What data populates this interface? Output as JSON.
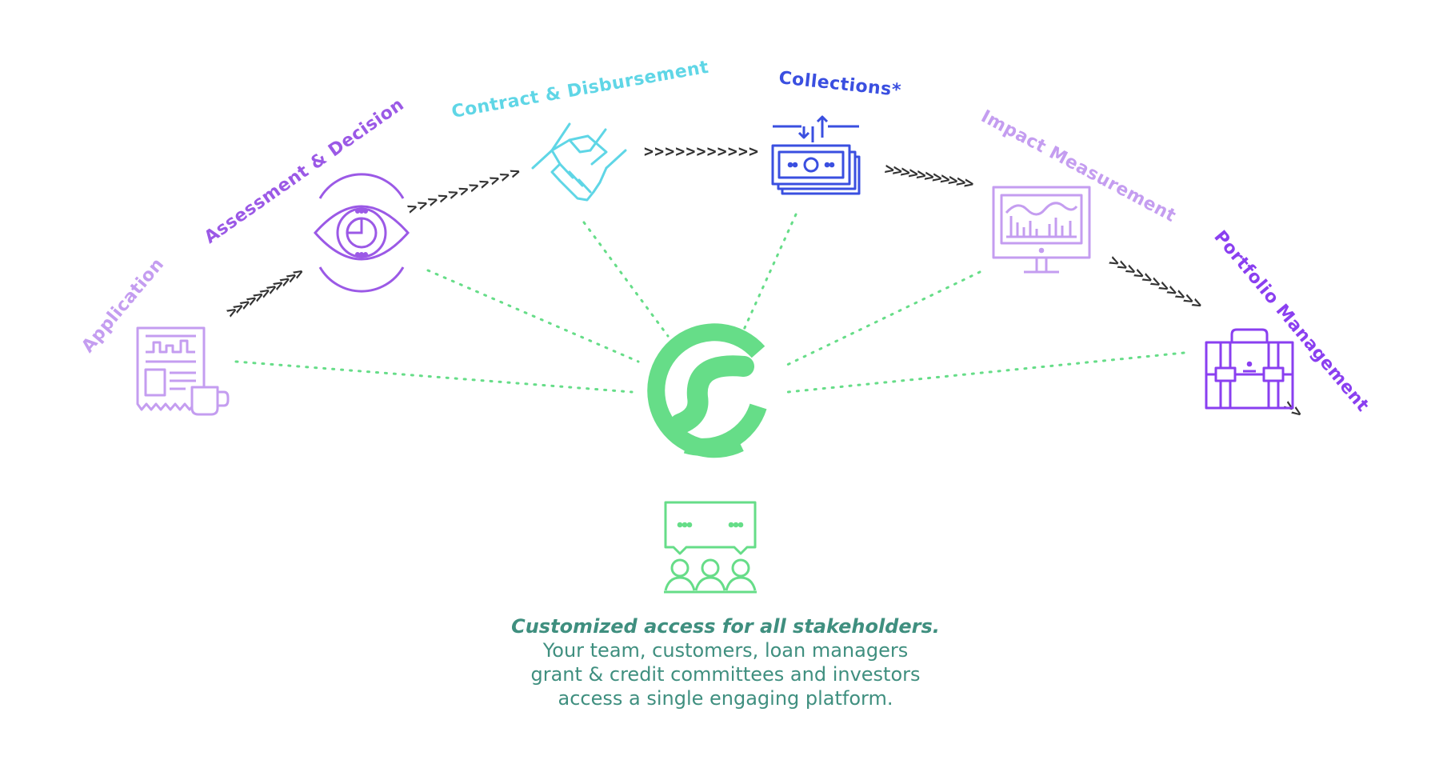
{
  "stages": [
    {
      "label": "Application",
      "icon": "newspaper-coffee-icon",
      "color": "#c49df0"
    },
    {
      "label": "Assessment & Decision",
      "icon": "eye-chart-icon",
      "color": "#9b59e6"
    },
    {
      "label": "Contract & Disbursement",
      "icon": "handshake-icon",
      "color": "#5fd6e6"
    },
    {
      "label": "Collections*",
      "icon": "cash-stack-icon",
      "color": "#3a4fe0"
    },
    {
      "label": "Impact Measurement",
      "icon": "monitor-chart-icon",
      "color": "#c49df0"
    },
    {
      "label": "Portfolio Management",
      "icon": "briefcase-icon",
      "color": "#8a3ff0"
    }
  ],
  "hub": {
    "icon": "platform-logo-icon",
    "color": "#66dd88"
  },
  "stakeholders": {
    "icon": "group-chat-icon",
    "color": "#66dd88"
  },
  "arrow_glyphs": ">>>>>>>>>>>",
  "caption": {
    "lead": "Customized access for all stakeholders.",
    "lines": [
      "Your team, customers, loan managers",
      "grant & credit committees and investors",
      "access a single engaging platform."
    ],
    "color": "#3f8f7f"
  }
}
